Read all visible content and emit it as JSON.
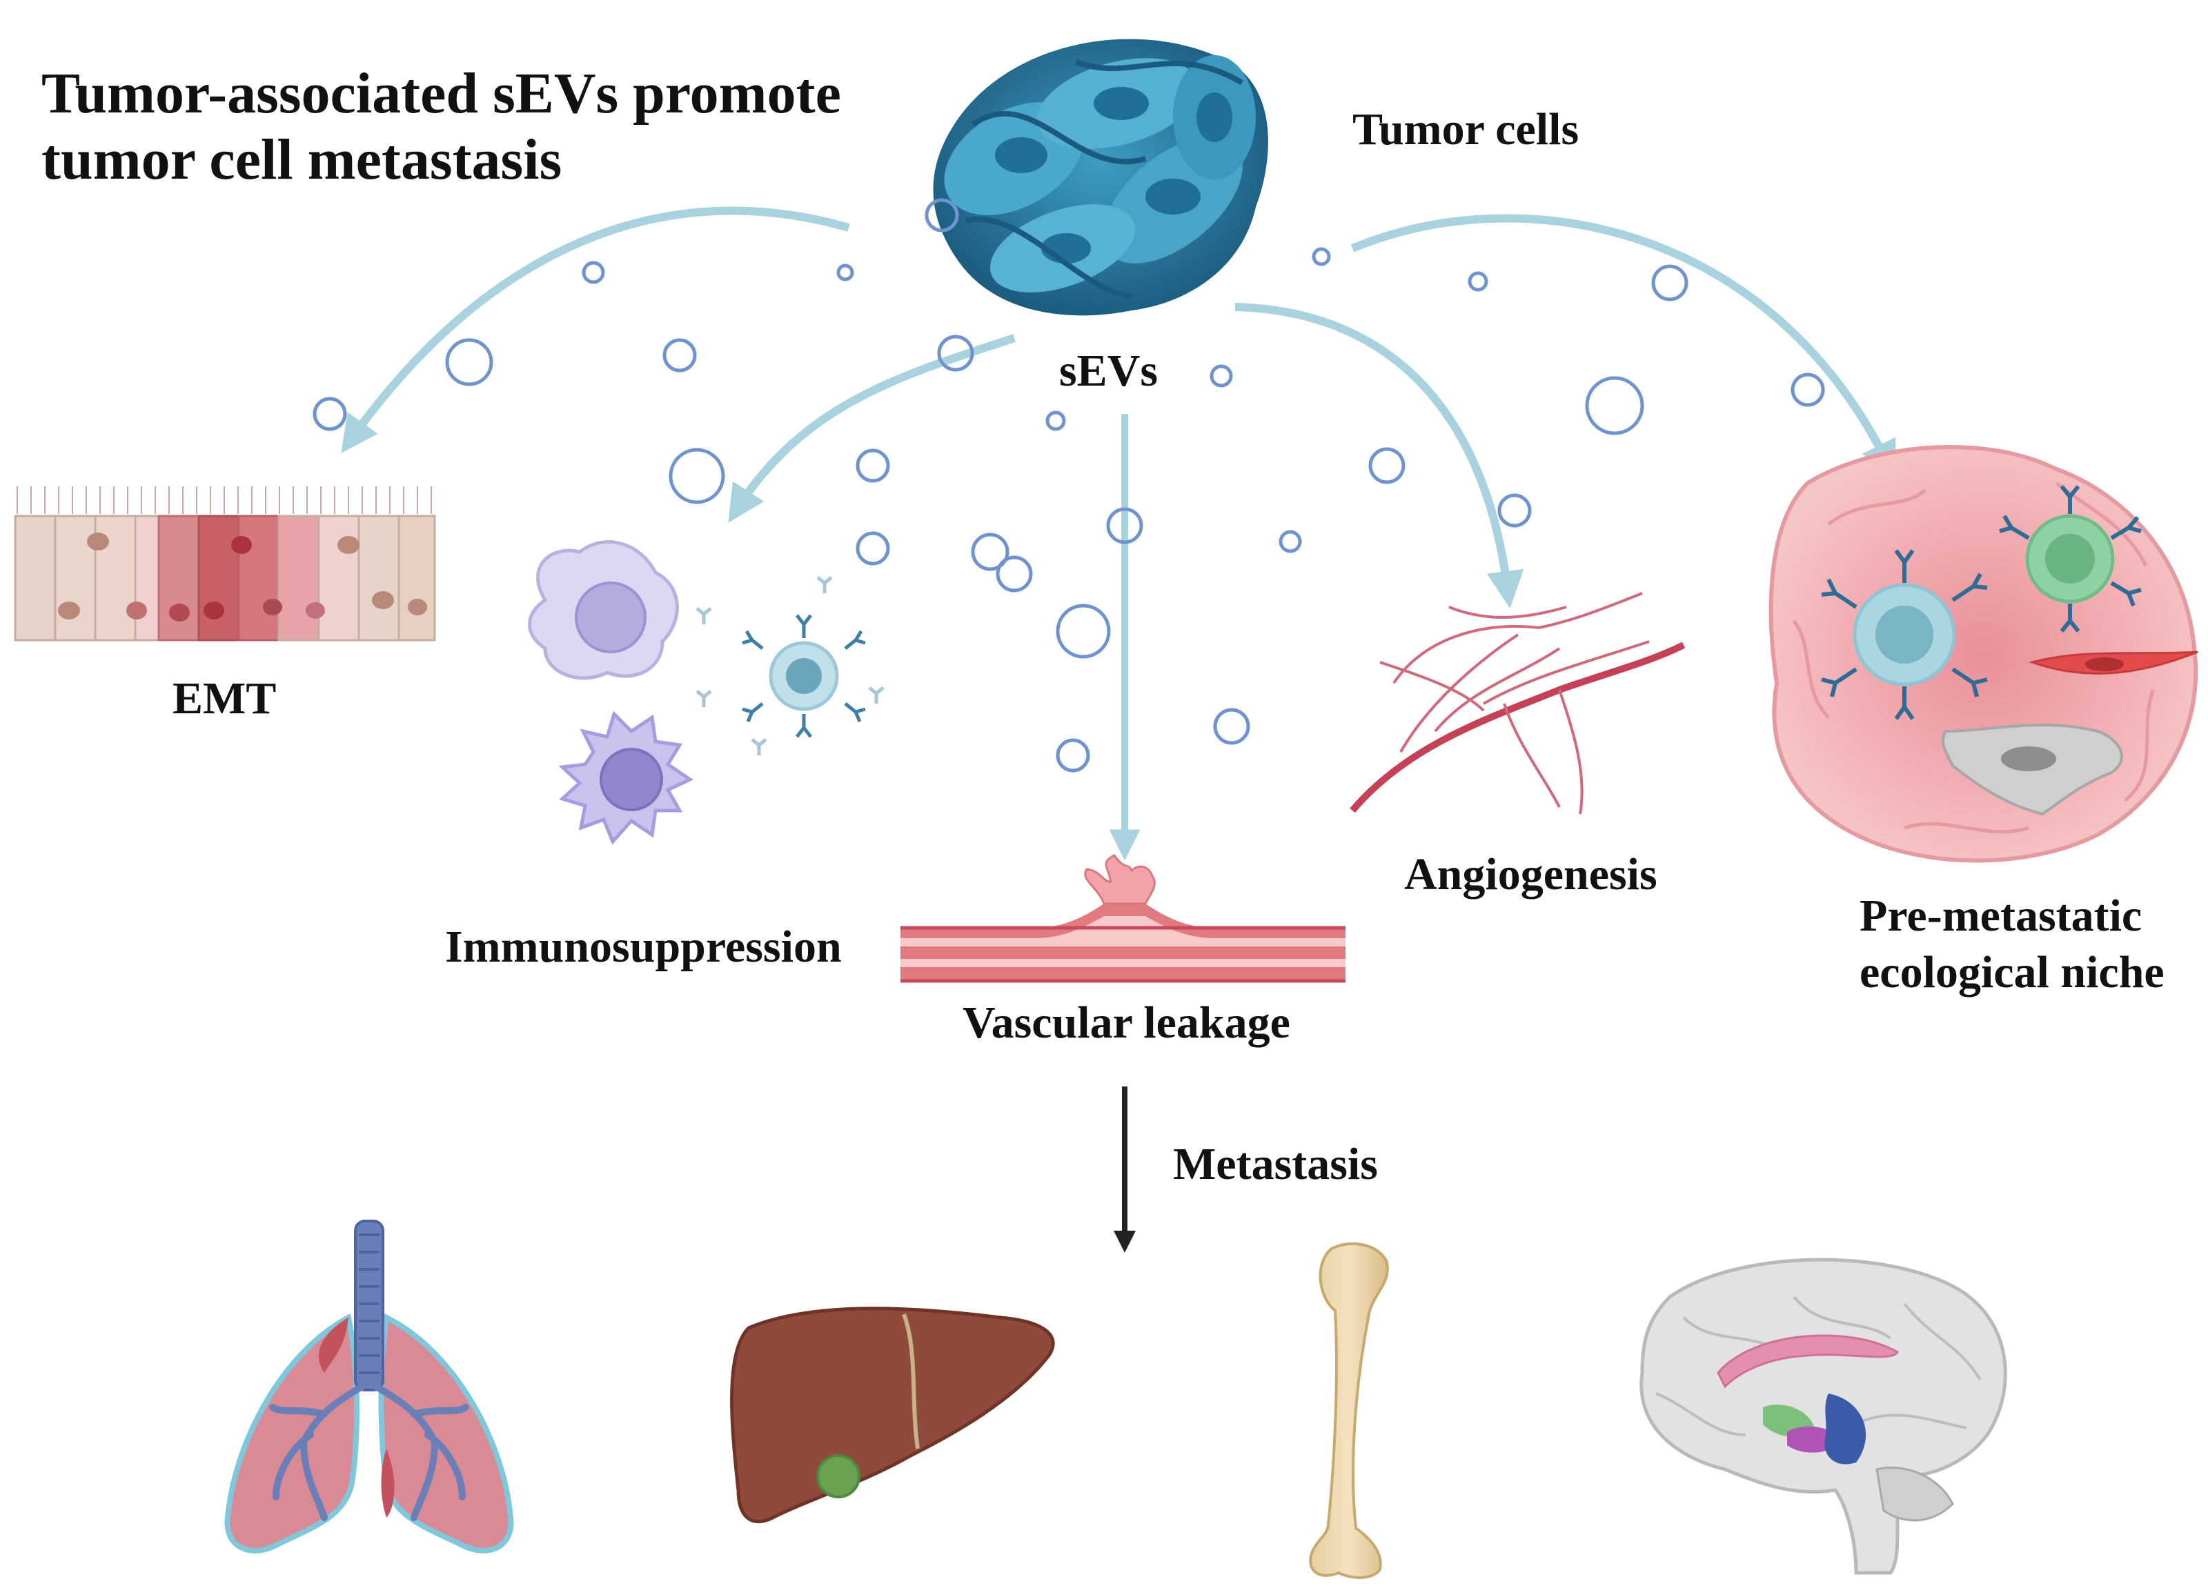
{
  "title": "Tumor-associated sEVs promote tumor cell metastasis",
  "labels": {
    "tumor_cells": "Tumor cells",
    "sevs": "sEVs",
    "emt": "EMT",
    "immunosuppression": "Immunosuppression",
    "vascular_leakage": "Vascular leakage",
    "angiogenesis": "Angiogenesis",
    "pre_metastatic": "Pre-metastatic",
    "ecological_niche": "ecological niche",
    "metastasis": "Metastasis"
  },
  "icons": [
    "tumor-cell-cluster-icon",
    "epithelial-cells-icon",
    "immune-cells-icon",
    "blood-vessel-leak-icon",
    "angiogenesis-vessels-icon",
    "pre-metastatic-niche-icon",
    "lungs-icon",
    "liver-icon",
    "bone-icon",
    "brain-icon"
  ],
  "colors": {
    "arrow": "#a8d3de",
    "tumor": "#2f7fa3",
    "vessel": "#c9485b",
    "metastasis_arrow": "#222222"
  }
}
